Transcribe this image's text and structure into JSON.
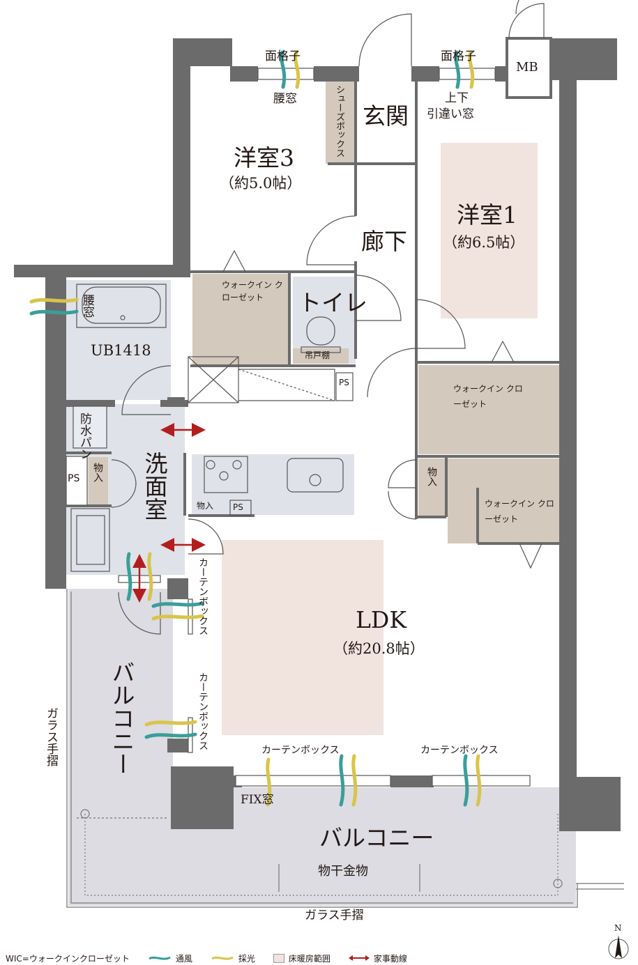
{
  "rooms": {
    "western3": {
      "name": "洋室3",
      "size": "（約5.0帖）"
    },
    "western1": {
      "name": "洋室1",
      "size": "（約6.5帖）"
    },
    "ldk": {
      "name": "LDK",
      "size": "（約20.8帖）"
    },
    "entrance": "玄関",
    "hallway": "廊下",
    "toilet": "トイレ",
    "washroom": "洗面室",
    "bath": "UB1418",
    "balcony_west": "バルコニー",
    "balcony_south": "バルコニー"
  },
  "labels": {
    "lattice_left": "面格子",
    "lattice_right": "面格子",
    "waist_window_top": "腰窓",
    "waist_window_bath": "腰窓",
    "up_down": "上下",
    "sliding_window": "引違い窓",
    "mb": "MB",
    "shoe_box": "シューズボックス",
    "wic_w3": "ウォークイン クローゼット",
    "wic_w1": "ウォークイン クローゼット",
    "wic_ldk": "ウォークイン クローゼット",
    "storage_hall": "物入",
    "storage_wash": "物入",
    "storage_kitchen": "物入",
    "hanging_shelf": "吊戸棚",
    "ps_hall": "PS",
    "ps_wash": "PS",
    "ps_kitchen": "PS",
    "waterproof_pan": "防水パン",
    "curtain_box_1": "カーテンボックス",
    "curtain_box_2": "カーテンボックス",
    "curtain_box_3": "カーテンボックス",
    "curtain_box_4": "カーテンボックス",
    "fix_window": "FIX窓",
    "clothes_hanger": "物干金物",
    "glass_rail_west": "ガラス手摺",
    "glass_rail_south": "ガラス手摺",
    "north": "N"
  },
  "legend": {
    "wic_def": "WIC=ウォークインクローゼット",
    "ventilation": "通風",
    "lighting": "採光",
    "floor_heating": "床暖房範囲",
    "chore_line": "家事動線"
  },
  "colors": {
    "wall": "#6b6b6b",
    "wall_dark": "#5f5f5f",
    "closet": "#d4c9bd",
    "wet_area": "#dfe2e8",
    "balcony": "#dcdce2",
    "floor_heating": "#f1e4df",
    "ventilation": "#3a9e9a",
    "lighting": "#d9c44a",
    "chore_line": "#b21e1e"
  }
}
